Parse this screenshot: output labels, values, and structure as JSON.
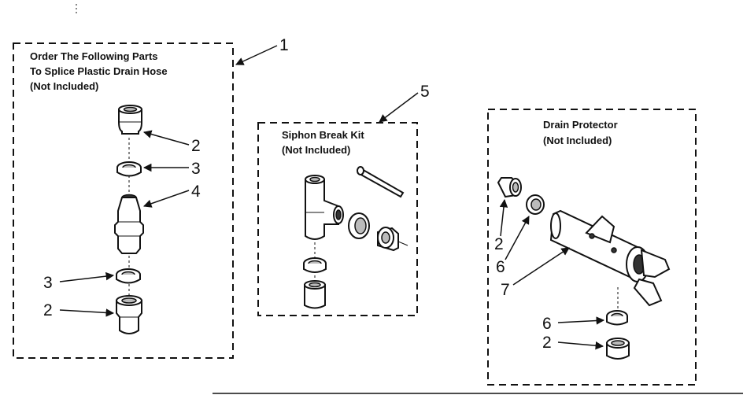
{
  "panels": {
    "splice": {
      "callout": "1",
      "title_lines": [
        "Order The Following Parts",
        "To Splice Plastic Drain Hose",
        "(Not Included)"
      ],
      "callouts": [
        "2",
        "3",
        "4",
        "3",
        "2"
      ]
    },
    "siphon": {
      "callout": "5",
      "title_lines": [
        "Siphon Break Kit",
        "(Not Included)"
      ]
    },
    "drain": {
      "title_lines": [
        "Drain Protector",
        "(Not Included)"
      ],
      "callouts": [
        "2",
        "6",
        "7",
        "6",
        "2"
      ]
    }
  }
}
